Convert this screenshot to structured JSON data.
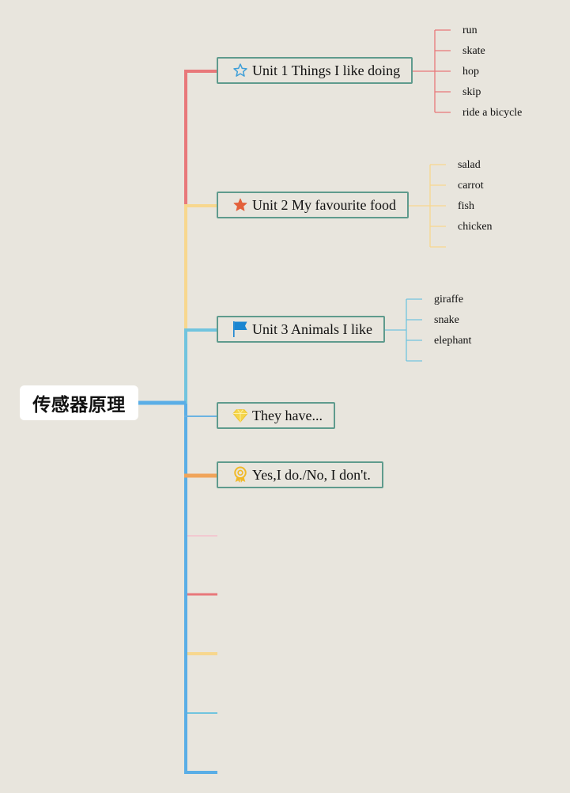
{
  "root": {
    "label": "传感器原理"
  },
  "topics": [
    {
      "label": "Unit 1 Things I like doing",
      "icon": "star-outline-icon",
      "color": "#e8787a",
      "leaves": [
        "run",
        "skate",
        "hop",
        "skip",
        "ride a bicycle"
      ]
    },
    {
      "label": "Unit 2 My favourite food",
      "icon": "star-filled-icon",
      "color": "#f7d78e",
      "leaves": [
        "salad",
        "carrot",
        "fish",
        "chicken"
      ]
    },
    {
      "label": "Unit 3 Animals I like",
      "icon": "flag-icon",
      "color": "#71c4de",
      "leaves": [
        "giraffe",
        "snake",
        "elephant"
      ]
    },
    {
      "label": "They have...",
      "icon": "gem-icon",
      "color": "#6bb3e2",
      "leaves": []
    },
    {
      "label": "Yes,I do./No, I don't.",
      "icon": "award-ribbon-icon",
      "color": "#f0a45a",
      "leaves": []
    }
  ],
  "empty_branch_colors": [
    "#f1c9d0",
    "#e8787a",
    "#f7d78e",
    "#71c4de",
    "#5aaee6"
  ],
  "trunk_color": "#5aaee6"
}
